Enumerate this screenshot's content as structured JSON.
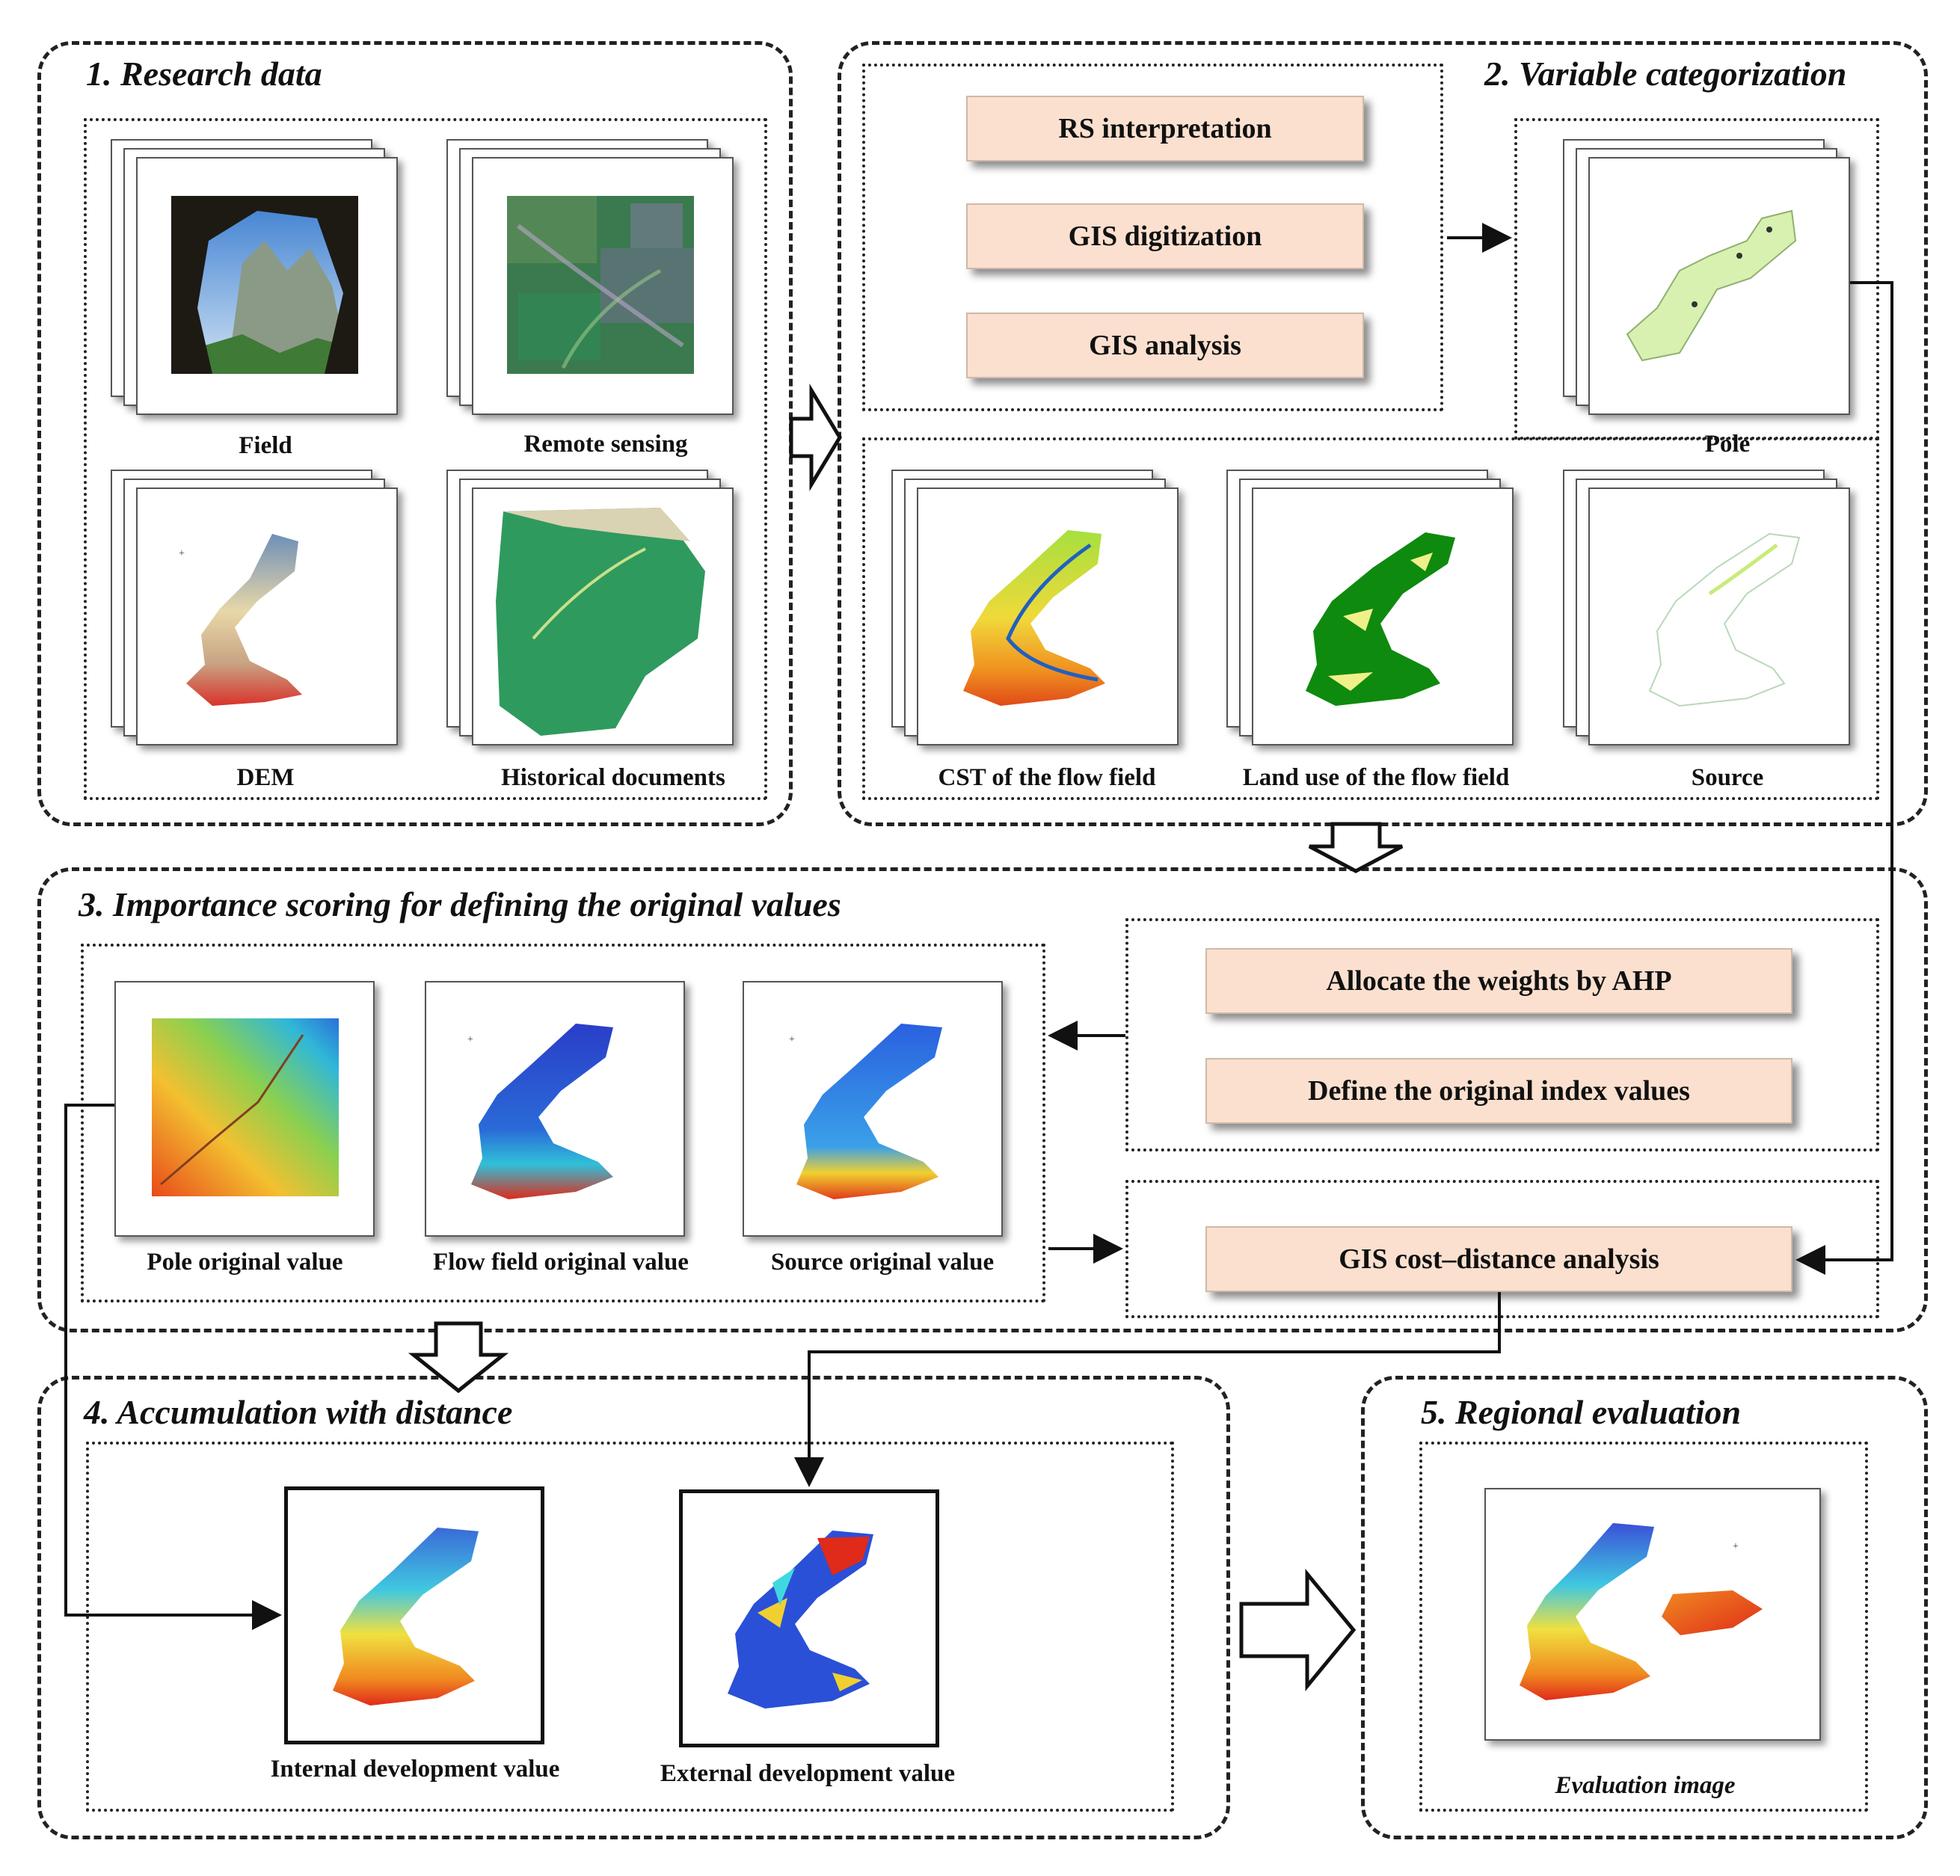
{
  "sections": {
    "research_data": {
      "title": "1. Research data",
      "items": [
        "Field",
        "Remote sensing",
        "DEM",
        "Historical documents"
      ]
    },
    "variable_categorization": {
      "title": "2. Variable categorization",
      "methods": [
        "RS interpretation",
        "GIS digitization",
        "GIS analysis"
      ],
      "items": [
        "Pole",
        "CST of the flow field",
        "Land use of the flow field",
        "Source"
      ]
    },
    "importance_scoring": {
      "title": "3. Importance scoring  for defining the original values",
      "methods": [
        "Allocate the weights  by AHP",
        "Define the original index values"
      ],
      "cost_distance": "GIS cost–distance analysis",
      "items": [
        "Pole original value",
        "Flow field original value",
        "Source original value"
      ]
    },
    "accumulation": {
      "title": "4.  Accumulation with distance",
      "items": [
        "Internal development value",
        "External development value"
      ]
    },
    "regional_evaluation": {
      "title": "5. Regional evaluation",
      "items": [
        "Evaluation image"
      ]
    }
  },
  "colors": {
    "method_box": "#fbe0cf",
    "border": "#222222"
  }
}
